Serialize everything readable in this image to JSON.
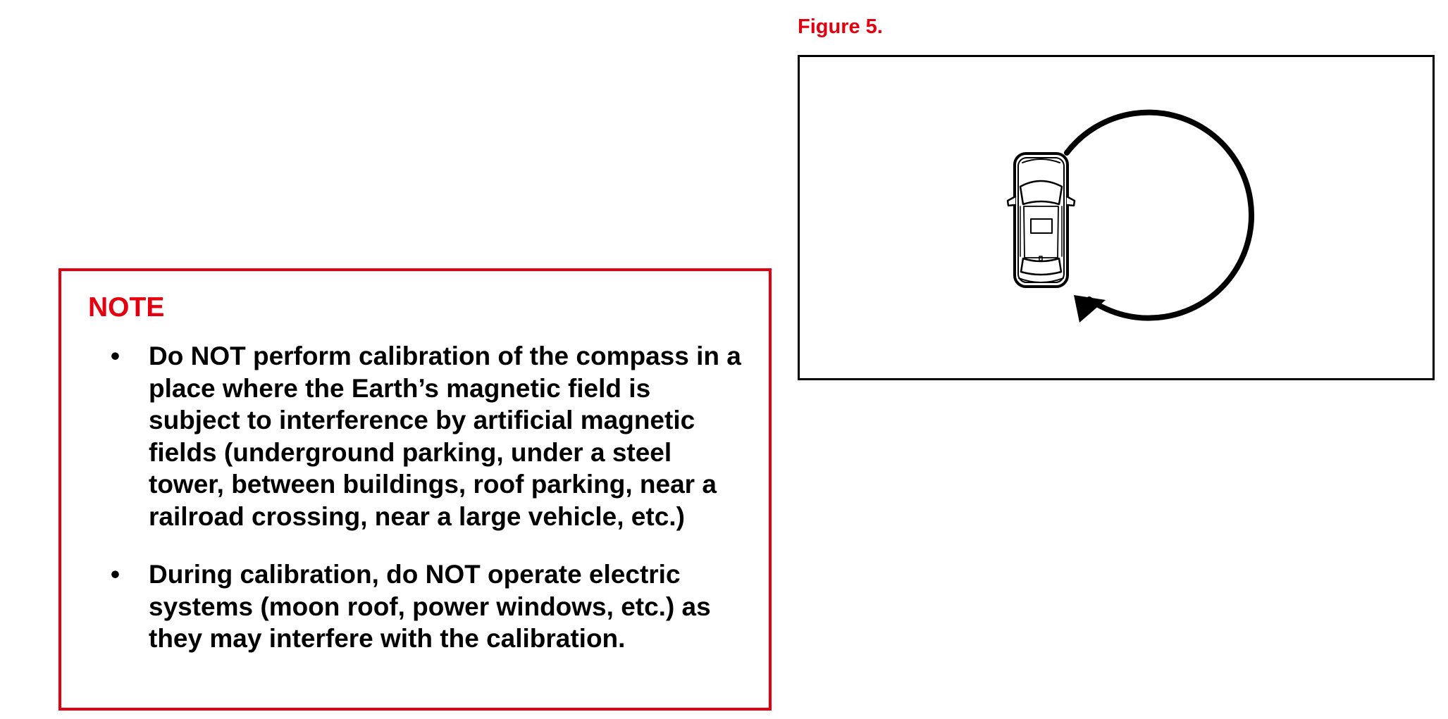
{
  "figure": {
    "label": "Figure 5.",
    "icons": {
      "vehicle": "car-top-view-icon",
      "direction": "circular-arrow-icon"
    }
  },
  "note": {
    "title": "NOTE",
    "items": [
      {
        "text": "Do NOT perform calibration of the compass in a place where the Earth’s magnetic field is subject to interference by artificial magnetic fields (underground parking, under a steel tower, between buildings, roof parking, near a railroad crossing, near a large vehicle, etc.)"
      },
      {
        "text": "During calibration, do NOT operate electric systems (moon roof, power windows, etc.) as they may interfere with the calibration."
      }
    ]
  },
  "colors": {
    "accent": "#e3000f",
    "text": "#000000",
    "background": "#ffffff"
  }
}
